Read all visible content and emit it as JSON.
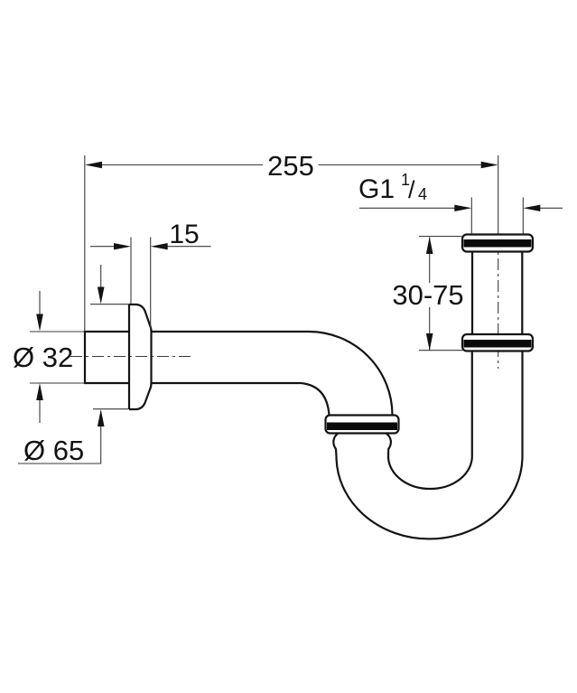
{
  "drawing": {
    "background": "#ffffff",
    "line_color": "#131313",
    "dim_color": "#3a3a3a",
    "labels": {
      "total_projection": "255",
      "wall_distance": "15",
      "vertical_adjustment": "30-75",
      "inlet_thread_main": "G1",
      "inlet_thread_sup": "1",
      "inlet_thread_slash": "/",
      "inlet_thread_sub": "4",
      "pipe_diameter": "Ø 32",
      "rosette_diameter": "Ø 65"
    }
  }
}
